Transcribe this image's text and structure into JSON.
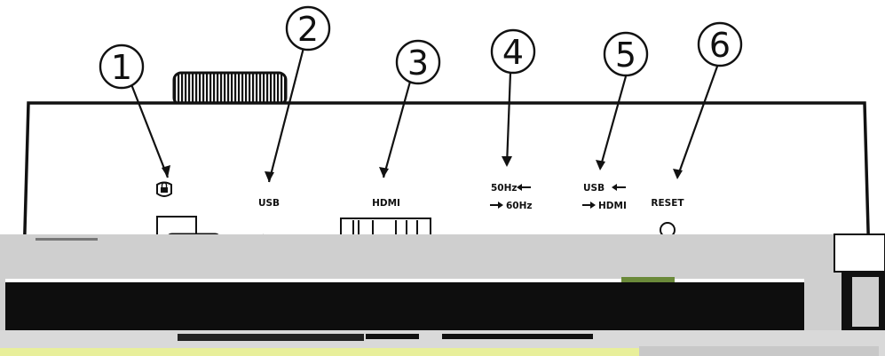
{
  "callouts": [
    {
      "number": "1",
      "label": ""
    },
    {
      "number": "2",
      "label": "USB"
    },
    {
      "number": "3",
      "label": "HDMI"
    },
    {
      "number": "4",
      "label_line1": "50Hz",
      "label_line2": "60Hz"
    },
    {
      "number": "5",
      "label_line1": "USB",
      "label_line2": "HDMI"
    },
    {
      "number": "6",
      "label": "RESET"
    }
  ],
  "icons": {
    "callout_1": "lock-icon",
    "arrow_left": "arrow-left-icon",
    "arrow_right": "arrow-right-icon"
  },
  "colors": {
    "ink": "#111111",
    "background": "#ffffff",
    "device_shadow": "#cfcfcf",
    "floor_tint": "#e8ef9a"
  }
}
